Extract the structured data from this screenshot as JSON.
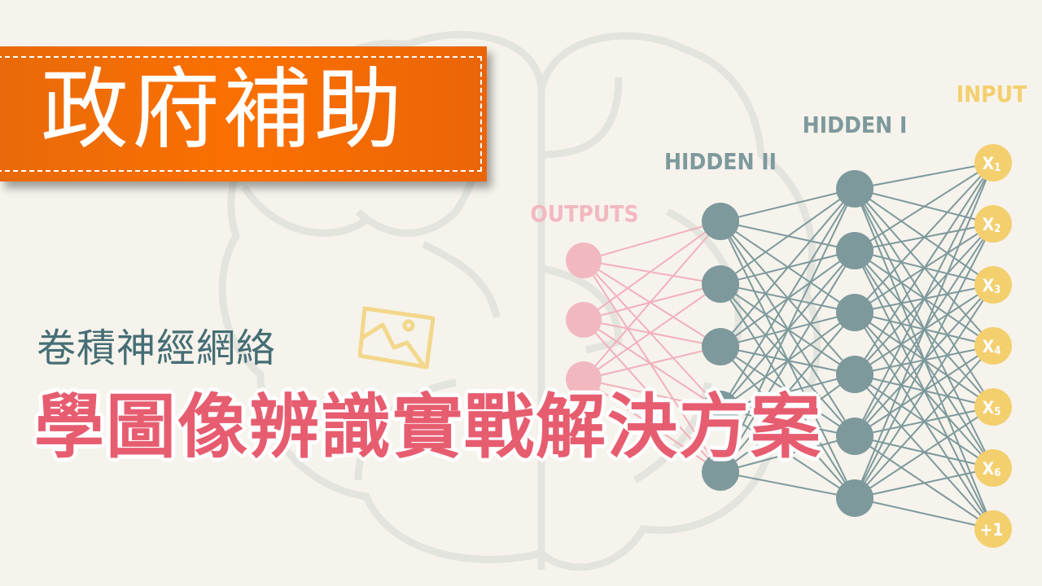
{
  "banner": {
    "label": "政府補助"
  },
  "subtitle": "卷積神經網絡",
  "title": "學圖像辨識實戰解決方案",
  "icons": {
    "picture": "image-icon"
  },
  "network": {
    "layers": [
      {
        "label": "OUTPUTS",
        "color": "#f2b8c0",
        "edge_color": "#f2b0bb",
        "nodes": 3,
        "node_labels": []
      },
      {
        "label": "HIDDEN II",
        "color": "#7d999c",
        "edge_color": "#7d999c",
        "nodes": 5,
        "node_labels": []
      },
      {
        "label": "HIDDEN I",
        "color": "#7d999c",
        "edge_color": "#7d999c",
        "nodes": 6,
        "node_labels": []
      },
      {
        "label": "INPUT",
        "color": "#f3cf6e",
        "nodes": 7,
        "node_labels": [
          "X1",
          "X2",
          "X3",
          "X4",
          "X5",
          "X6",
          "+1"
        ]
      }
    ]
  },
  "colors": {
    "background": "#f6f3ec",
    "banner": "#fb7000",
    "subtitle": "#466e75",
    "title": "#e75d70",
    "brain_outline": "#e3e4de"
  }
}
